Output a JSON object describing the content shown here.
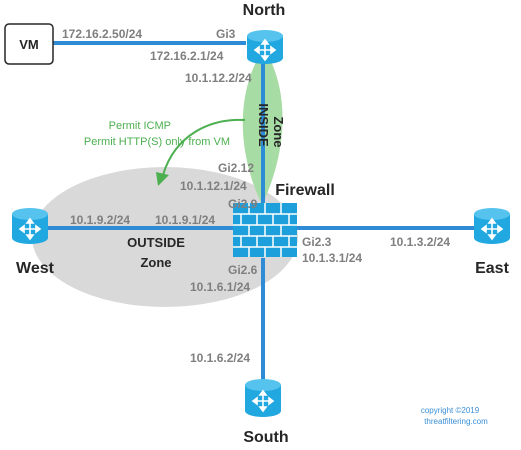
{
  "colors": {
    "link": "#2e8bd6",
    "router_body": "#22a8e0",
    "router_top": "#55c3ee",
    "inside_zone": "#a7dca4",
    "outside_zone": "#d9d9d9",
    "policy_text": "#4caf50",
    "iface_text": "#7f7f7f",
    "firewall_brick": "#1d9fdc",
    "copyright_text": "#3a8fd6"
  },
  "nodes": {
    "vm": {
      "label": "VM",
      "icon": "vm-box-icon"
    },
    "north": {
      "label": "North",
      "icon": "router-icon"
    },
    "firewall": {
      "label": "Firewall",
      "icon": "firewall-icon"
    },
    "west": {
      "label": "West",
      "icon": "router-icon"
    },
    "east": {
      "label": "East",
      "icon": "router-icon"
    },
    "south": {
      "label": "South",
      "icon": "router-icon"
    }
  },
  "interfaces": {
    "vm_ip": "172.16.2.50/24",
    "north_gi3": "Gi3",
    "north_gi3_ip": "172.16.2.1/24",
    "north_down_ip": "10.1.12.2/24",
    "fw_gi212": "Gi2.12",
    "fw_gi212_ip": "10.1.12.1/24",
    "fw_gi29": "Gi2.9",
    "west_ip": "10.1.9.2/24",
    "fw_gi29_ip": "10.1.9.1/24",
    "fw_gi23": "Gi2.3",
    "fw_gi23_ip": "10.1.3.1/24",
    "east_ip": "10.1.3.2/24",
    "fw_gi26": "Gi2.6",
    "fw_gi26_ip": "10.1.6.1/24",
    "south_ip": "10.1.6.2/24"
  },
  "zones": {
    "inside": {
      "line1": "INSIDE",
      "line2": "Zone"
    },
    "outside": {
      "line1": "OUTSIDE",
      "line2": "Zone"
    }
  },
  "policy": {
    "line1": "Permit ICMP",
    "line2": "Permit HTTP(S) only from VM"
  },
  "copyright": {
    "line1": "copyright ©2019",
    "line2": "threatfiltering.com"
  }
}
